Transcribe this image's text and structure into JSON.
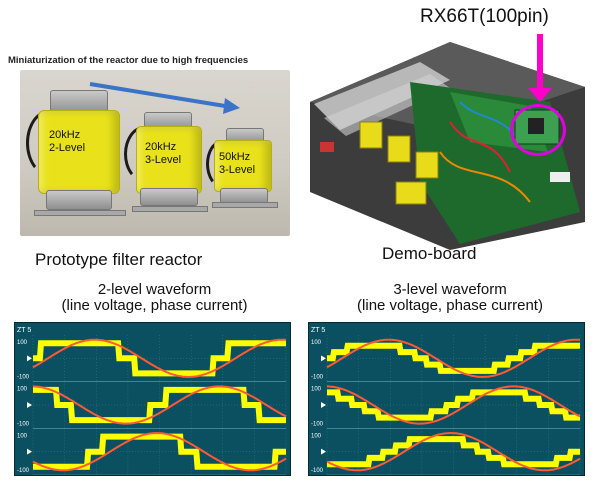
{
  "reactor": {
    "caption_top": "Miniaturization of the reactor due to high frequencies",
    "coils": [
      {
        "line1": "20kHz",
        "line2": "2-Level"
      },
      {
        "line1": "20kHz",
        "line2": "3-Level"
      },
      {
        "line1": "50kHz",
        "line2": "3-Level"
      }
    ],
    "caption": "Prototype filter reactor"
  },
  "board": {
    "mcu_label": "RX66T(100pin)",
    "caption": "Demo-board"
  },
  "waveforms": {
    "two_level": {
      "title_line1": "2-level waveform",
      "title_line2": "(line voltage, phase current)"
    },
    "three_level": {
      "title_line1": "3-level waveform",
      "title_line2": "(line voltage, phase current)"
    },
    "scale_header": "ZT 5",
    "axis_top": "100",
    "axis_bottom": "-100",
    "colors": {
      "background": "#0a5060",
      "voltage": "#ffff00",
      "current": "#ff5a36",
      "grid": "#2f7f8e"
    }
  }
}
